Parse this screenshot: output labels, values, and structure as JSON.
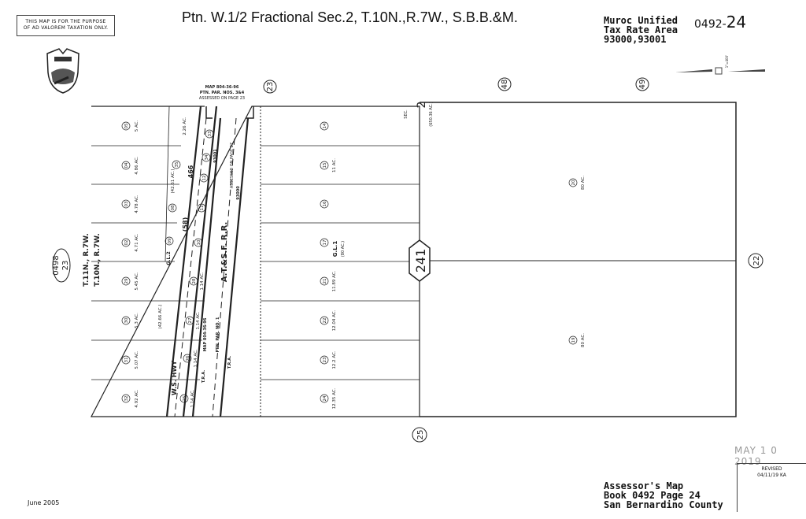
{
  "header": {
    "disclaimer": [
      "THIS MAP IS FOR THE PURPOSE",
      "OF AD VALOREM TAXATION ONLY."
    ],
    "title": "Ptn. W.1/2 Fractional Sec.2, T.10N.,R.7W., S.B.B.&M.",
    "tax_rate_area": [
      "Muroc Unified",
      "Tax Rate Area",
      "93000,93001"
    ],
    "page_prefix": "0492-",
    "page_number": "24",
    "seal_icon": "county-of-san-bernardino-seal",
    "scale": "1\"=400'"
  },
  "map": {
    "adjoining": {
      "top_left": "23",
      "top_mid": "48",
      "top_right": "49",
      "right": "22",
      "bottom": "25",
      "left_book": "0498",
      "left_page": "23"
    },
    "township_labels": [
      "T.11N., R.7W.",
      "T.10N., R.7W."
    ],
    "parcel_number": "241",
    "section": {
      "label": "SEC.",
      "number": "2",
      "area": "(650.36 AC.)"
    },
    "note_top": [
      "MAP 804-36-96",
      "PTN. PAR. NOS. 3&4",
      "ASSESSED ON PAGE 23"
    ],
    "west_lots": [
      {
        "num": "05",
        "ac": "5 AC."
      },
      {
        "num": "04",
        "ac": "4.86 AC."
      },
      {
        "num": "03",
        "ac": "4.78 AC."
      },
      {
        "num": "02",
        "ac": "4.71 AC."
      },
      {
        "num": "29",
        "ac": "5.45 AC."
      },
      {
        "num": "30",
        "ac": "5.3 AC."
      },
      {
        "num": "31",
        "ac": "5.07 AC."
      },
      {
        "num": "32",
        "ac": "4.92 AC."
      }
    ],
    "strip": {
      "lot35": "35",
      "lot35_ac": "2.26 AC.",
      "lot08": "08",
      "lot08_ac": "(42.61 AC.)",
      "lot09": "09",
      "gl2": "G.L.2",
      "lower_ac": "(42.66 AC.)"
    },
    "hwy": {
      "route": "466",
      "route2": "(58)",
      "label": "W.S. HWY"
    },
    "rr_lots": [
      {
        "num": "33",
        "ac": ""
      },
      {
        "num": "34",
        "ac": ""
      },
      {
        "num": "12",
        "ac": ""
      },
      {
        "num": "11",
        "ac": ""
      },
      {
        "num": "10",
        "ac": ""
      },
      {
        "num": "28",
        "ac": "1.14 AC."
      },
      {
        "num": "27",
        "ac": "1.14 AC."
      },
      {
        "num": "26",
        "ac": "1.14 AC."
      },
      {
        "num": "25",
        "ac": "1.14 AC."
      }
    ],
    "railroad": {
      "name": "A.T.&S.F. R.R.",
      "map_note": "MAP 804-36-96",
      "par_note": "PTN. PAR. NO. 1",
      "tra": "T.R.A.",
      "tra_a": "93000",
      "tra_b": "93001",
      "assessed": "ASSESSED ON PAGE 27"
    },
    "mid_lots": [
      {
        "num": "14",
        "ac": ""
      },
      {
        "num": "15",
        "ac": "11 AC."
      },
      {
        "num": "16",
        "ac": ""
      },
      {
        "num": "17",
        "ac": ""
      },
      {
        "num": "21",
        "ac": "11.89 AC."
      },
      {
        "num": "22",
        "ac": "12.04 AC."
      },
      {
        "num": "23",
        "ac": "12.2 AC."
      },
      {
        "num": "24",
        "ac": "12.35 AC."
      }
    ],
    "gl1": "G.L.1",
    "gl1_ac": "(80 AC.)",
    "east_lots": [
      {
        "num": "20",
        "ac": "80 AC."
      },
      {
        "num": "19",
        "ac": "80 AC."
      }
    ]
  },
  "footer": {
    "date": "June 2005",
    "stamp": "MAY 1 0 2019",
    "revised_label": "REVISED",
    "revised_date": "04/11/19 KA",
    "caption": [
      "Assessor's Map",
      "Book 0492 Page 24",
      "San Bernardino County"
    ]
  }
}
